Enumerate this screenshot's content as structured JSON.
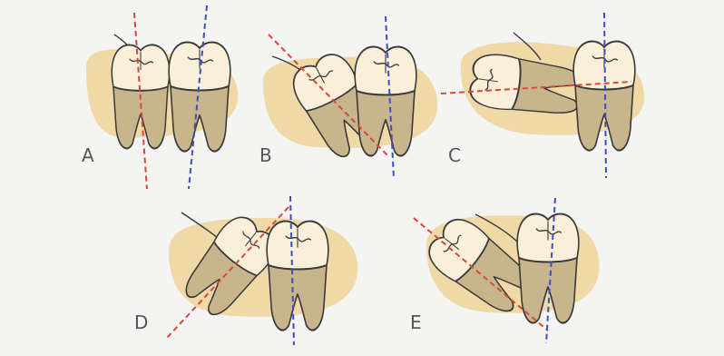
{
  "labels": {
    "a": "A",
    "b": "B",
    "c": "C",
    "d": "D",
    "e": "E"
  },
  "colors": {
    "background": "#f4f4f2",
    "bone": "#efd9a6",
    "crown": "#faefd8",
    "root": "#c9b58c",
    "outline": "#3a3a3a",
    "third_molar_axis": "#d6483a",
    "second_molar_axis": "#3b4fc4"
  }
}
